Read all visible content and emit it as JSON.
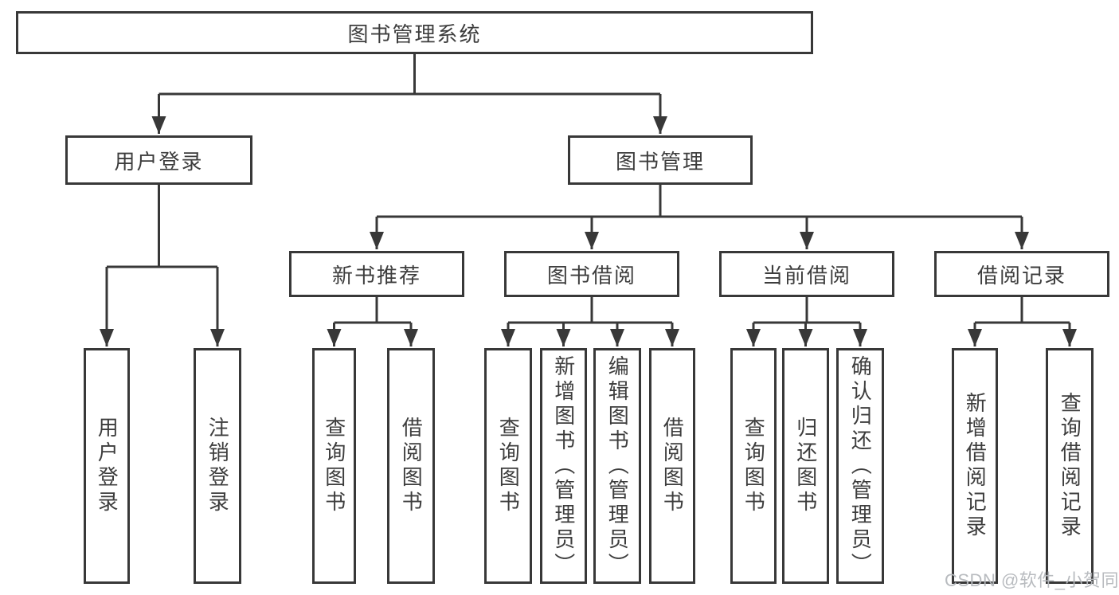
{
  "tree": {
    "root": "图书管理系统",
    "branches": [
      {
        "label": "用户登录",
        "children": [
          "用户登录",
          "注销登录"
        ]
      },
      {
        "label": "图书管理",
        "groups": [
          {
            "label": "新书推荐",
            "children": [
              "查询图书",
              "借阅图书"
            ]
          },
          {
            "label": "图书借阅",
            "children": [
              "查询图书",
              "新增图书（管理员）",
              "编辑图书（管理员）",
              "借阅图书"
            ]
          },
          {
            "label": "当前借阅",
            "children": [
              "查询图书",
              "归还图书",
              "确认归还（管理员）"
            ]
          },
          {
            "label": "借阅记录",
            "children": [
              "新增借阅记录",
              "查询借阅记录"
            ]
          }
        ]
      }
    ]
  },
  "watermark": {
    "text": "CSDN @软件_小贺同学"
  },
  "colors": {
    "line": "#383838",
    "box_border": "#383838",
    "text": "#3d3d3d",
    "watermark": "#b5b8bc",
    "background": "#ffffff"
  }
}
